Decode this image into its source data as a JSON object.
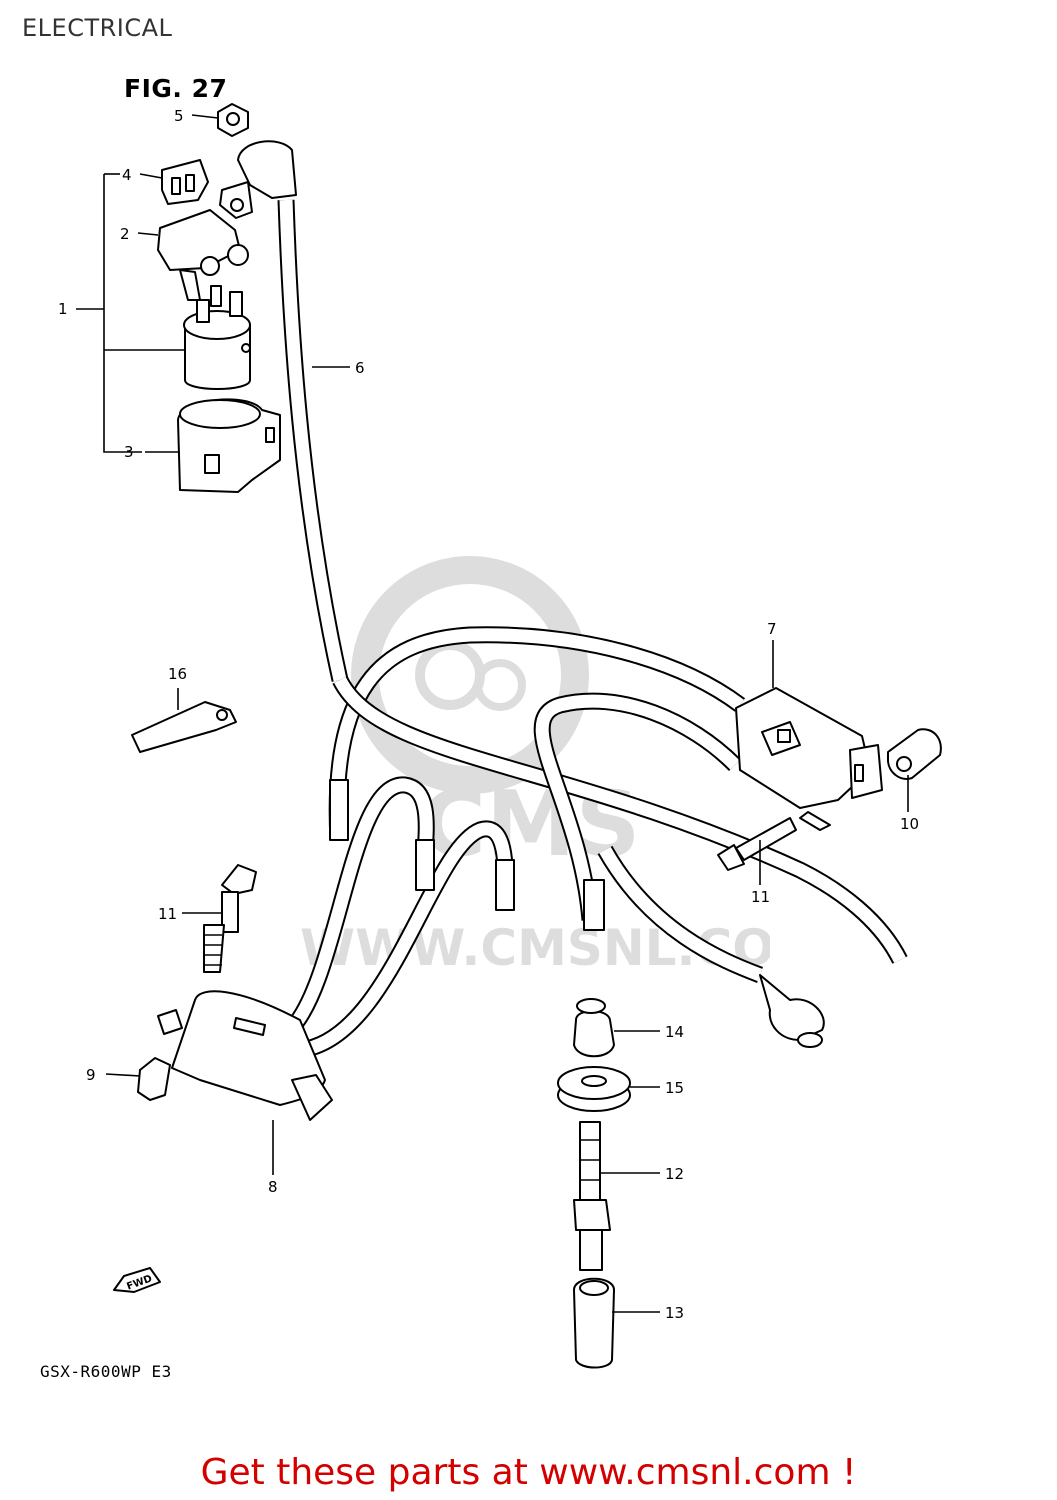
{
  "page_title": "ELECTRICAL",
  "figure": {
    "title": "FIG. 27",
    "model_code": "GSX-R600WP E3",
    "fwd_label": "FWD"
  },
  "callouts": {
    "p1": "1",
    "p2": "2",
    "p3": "3",
    "p4": "4",
    "p5": "5",
    "p6": "6",
    "p7": "7",
    "p8": "8",
    "p9": "9",
    "p10": "10",
    "p11a": "11",
    "p11b": "11",
    "p12": "12",
    "p13": "13",
    "p14": "14",
    "p15": "15",
    "p16": "16"
  },
  "watermark": {
    "brand": "CMS",
    "url": "WWW.CMSNL.COM"
  },
  "footer": {
    "link_text": "Get these parts at www.cmsnl.com !",
    "color": "#d40000"
  }
}
